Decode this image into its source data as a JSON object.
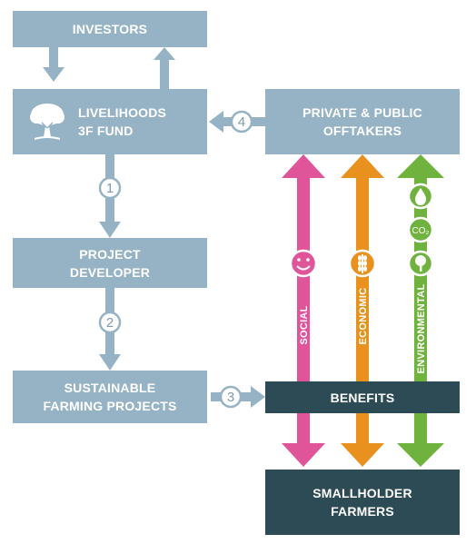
{
  "nodes": {
    "investors": "INVESTORS",
    "fund": "LIVELIHOODS\n3F FUND",
    "offtakers": "PRIVATE & PUBLIC\nOFFTAKERS",
    "developer": "PROJECT\nDEVELOPER",
    "projects": "SUSTAINABLE\nFARMING PROJECTS",
    "benefits": "BENEFITS",
    "farmers": "SMALLHOLDER\nFARMERS"
  },
  "steps": [
    "1",
    "2",
    "3",
    "4"
  ],
  "benefit_arrows": [
    {
      "label": "SOCIAL",
      "icon": "smiley-icon",
      "color": "#e0559a"
    },
    {
      "label": "ECONOMIC",
      "icon": "wheat-icon",
      "color": "#e9911f"
    },
    {
      "label": "ENVIRONMENTAL",
      "icon": "water-drop-icon",
      "color": "#6fb33e"
    }
  ],
  "env_icons": {
    "co2": "CO₂",
    "items": [
      "water-drop-icon",
      "co2-icon",
      "tree-icon"
    ]
  },
  "colors": {
    "light_box": "#96b3c6",
    "dark_box": "#2d4b55",
    "arrow": "#96b3c6"
  }
}
